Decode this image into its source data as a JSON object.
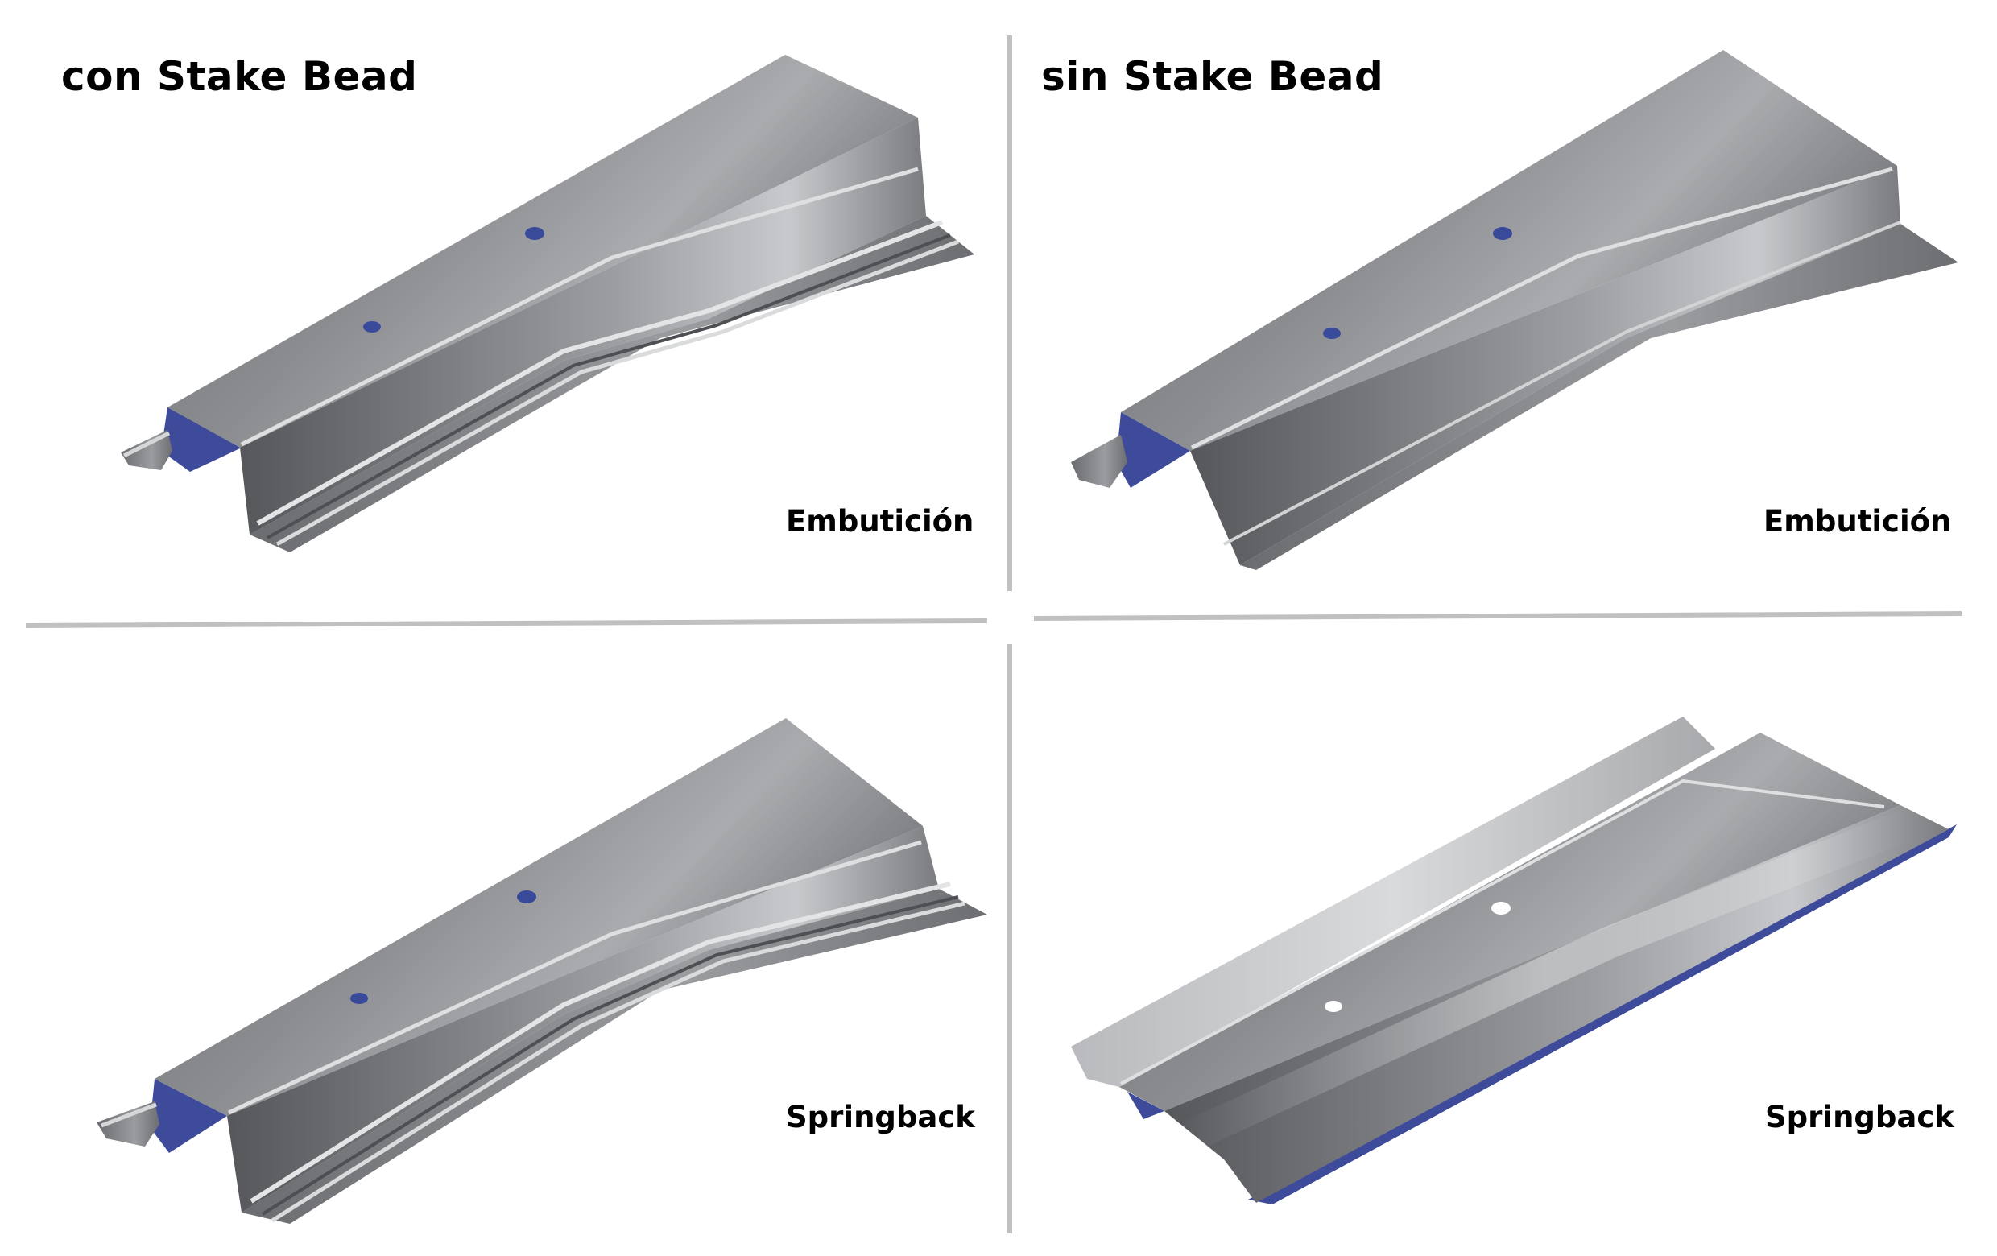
{
  "headings": {
    "with_bead": "con Stake Bead",
    "without_bead": "sin Stake Bead"
  },
  "panels": {
    "top_left": {
      "stage": "Embutición"
    },
    "top_right": {
      "stage": "Embutición"
    },
    "bottom_left": {
      "stage": "Springback"
    },
    "bottom_right": {
      "stage": "Springback"
    }
  },
  "colors": {
    "background": "#ffffff",
    "divider": "#c0c0c0",
    "metal_dark": "#5c5e62",
    "metal_mid": "#8a8c90",
    "metal_light": "#cfd0d3",
    "inner_side": "#3d4b9a",
    "hole": "#3a4a9a"
  }
}
